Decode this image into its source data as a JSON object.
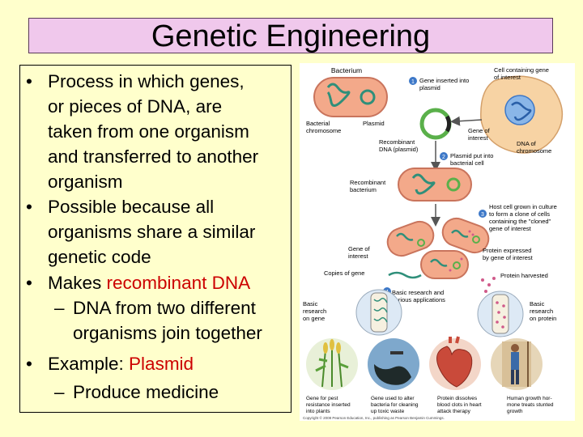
{
  "title": "Genetic Engineering",
  "bullets": {
    "b1": [
      "Process in which genes,",
      "or pieces of DNA, are",
      "taken from one organism",
      "and transferred to another",
      "organism"
    ],
    "b2": [
      "Possible because all",
      "organisms share a similar",
      "genetic code"
    ],
    "b3_prefix": "Makes ",
    "b3_red": "recombinant DNA",
    "b3_sub": [
      "DNA from two different",
      "organisms join together"
    ],
    "b4_prefix": "Example: ",
    "b4_red": "Plasmid",
    "b4_sub": "Produce medicine",
    "bullet_char": "•",
    "dash_char": "–"
  },
  "figure": {
    "bacterium": "Bacterium",
    "bacterial_chromosome": [
      "Bacterial",
      "chromosome"
    ],
    "plasmid": "Plasmid",
    "step1": [
      "Gene inserted into",
      "plasmid"
    ],
    "cell_gene": [
      "Cell containing gene",
      "of interest"
    ],
    "gene_of_interest": [
      "Gene of",
      "interest"
    ],
    "recombinant_dna": [
      "Recombinant",
      "DNA (plasmid)"
    ],
    "dna_chromosome": [
      "DNA of",
      "chromosome"
    ],
    "step2": [
      "Plasmid put into",
      "bacterial cell"
    ],
    "recombinant_bacterium": [
      "Recombinant",
      "bacterium"
    ],
    "step3": [
      "Host cell grown in culture",
      "to form a clone of cells",
      "containing the \"cloned\"",
      "gene of interest"
    ],
    "gene_of_interest2": [
      "Gene of",
      "interest"
    ],
    "protein_expressed": [
      "Protein expressed",
      "by gene of interest"
    ],
    "copies_of_gene": "Copies of gene",
    "protein_harvested": "Protein harvested",
    "step4": [
      "Basic research and",
      "various applications"
    ],
    "basic_gene": [
      "Basic",
      "research",
      "on gene"
    ],
    "basic_protein": [
      "Basic",
      "research",
      "on protein"
    ],
    "cap1": [
      "Gene for pest",
      "resistance inserted",
      "into plants"
    ],
    "cap2": [
      "Gene used to alter",
      "bacteria for cleaning",
      "up toxic waste"
    ],
    "cap3": [
      "Protein dissolves",
      "blood clots in heart",
      "attack therapy"
    ],
    "cap4": [
      "Human growth hor-",
      "mone treats stunted",
      "growth"
    ],
    "copyright": "Copyright © 2008 Pearson Education, Inc., publishing as Pearson Benjamin Cummings.",
    "n1": "1",
    "n2": "2",
    "n3": "3",
    "n4": "4",
    "colors": {
      "cell": "#f3a98a",
      "dna": "#2f8f7a",
      "step": "#3d78c8",
      "background_slide": "#ffffcc",
      "title_box": "#f0c8ec"
    }
  }
}
